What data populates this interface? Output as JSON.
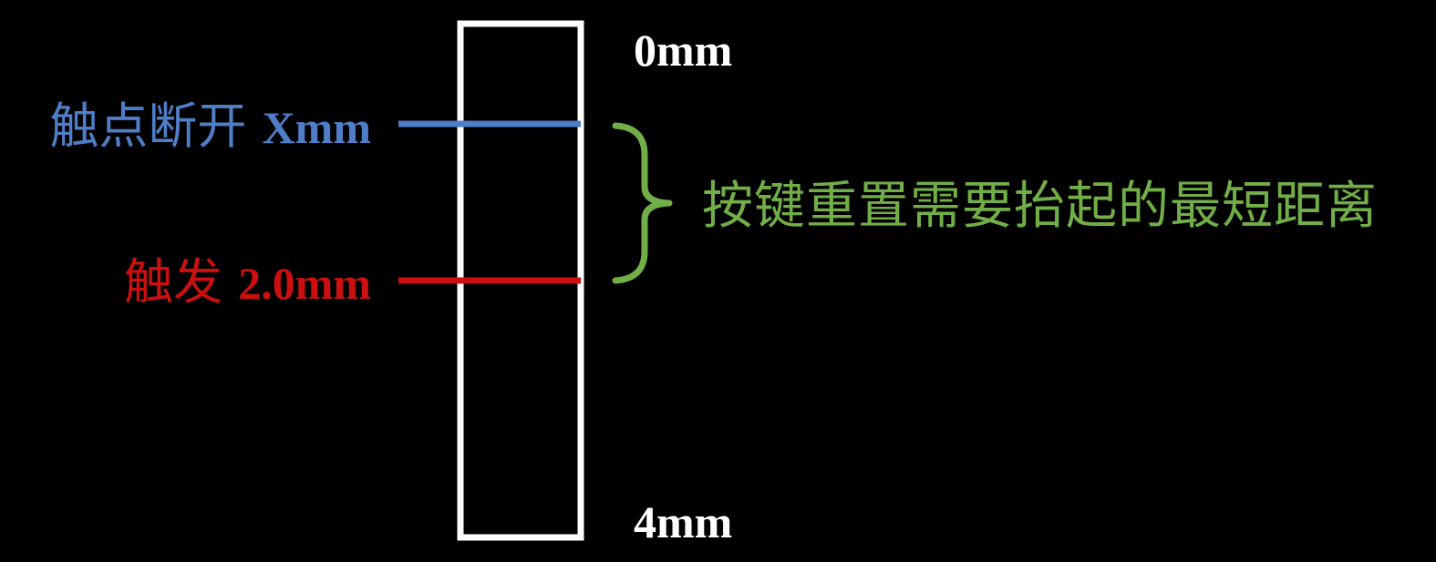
{
  "scale": {
    "top": "0mm",
    "bottom": "4mm"
  },
  "reset_point": {
    "text": "触点断开",
    "value": "Xmm",
    "color": "#4f7dc7"
  },
  "trigger_point": {
    "text": "触发",
    "value": "2.0mm",
    "color": "#cc1010"
  },
  "min_lift_distance": {
    "text": "按键重置需要抬起的最短距离",
    "color": "#72ae48"
  },
  "key_travel_box_color": "#ffffff"
}
